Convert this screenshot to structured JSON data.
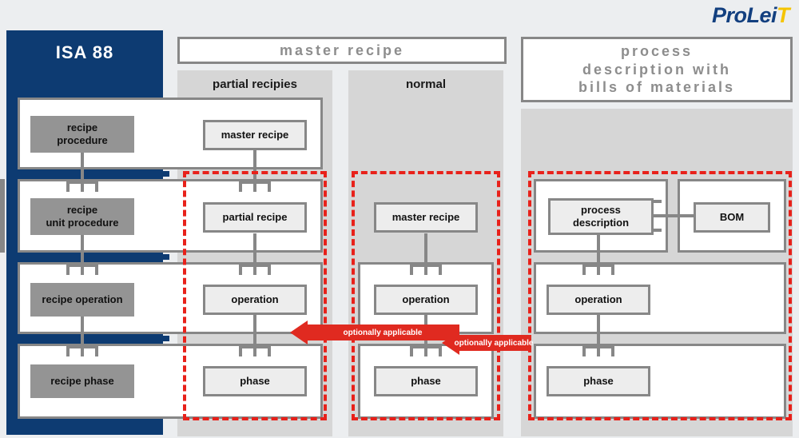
{
  "brand": {
    "name_main": "ProLei",
    "name_dot": "T",
    "color": "#123f7f",
    "accent": "#f5c400"
  },
  "left_panel": {
    "title": "ISA 88",
    "bg_color": "#0d3b72"
  },
  "headers": {
    "master_recipe": "master recipe",
    "process_description": "process\ndescription with\nbills of materials"
  },
  "columns": [
    {
      "key": "partial",
      "label": "partial recipies"
    },
    {
      "key": "normal",
      "label": "normal"
    }
  ],
  "rows": [
    {
      "isa_label": "recipe\nprocedure",
      "partial": "master recipe",
      "normal": null,
      "process": null,
      "bom": null
    },
    {
      "isa_label": "recipe\nunit procedure",
      "partial": "partial recipe",
      "normal": "master recipe",
      "process": "process\ndescription",
      "bom": "BOM"
    },
    {
      "isa_label": "recipe operation",
      "partial": "operation",
      "normal": "operation",
      "process": "operation",
      "bom": null
    },
    {
      "isa_label": "recipe phase",
      "partial": "phase",
      "normal": "phase",
      "process": "phase",
      "bom": null
    }
  ],
  "annotations": {
    "arrow_left_label": "optionally applicable",
    "arrow_right_label": "optionally applicable",
    "arrow_color": "#e02a20",
    "dashed_box_color": "#e8211a"
  },
  "node_text": {
    "r1_isa": "recipe procedure",
    "r1_partial": "master recipe",
    "r2_isa": "recipe unit procedure",
    "r2_partial": "partial recipe",
    "r2_normal": "master recipe",
    "r2_process": "process description",
    "r2_bom": "BOM",
    "r3_isa": "recipe operation",
    "r3_partial": "operation",
    "r3_normal": "operation",
    "r3_process": "operation",
    "r4_isa": "recipe phase",
    "r4_partial": "phase",
    "r4_normal": "phase",
    "r4_process": "phase"
  }
}
